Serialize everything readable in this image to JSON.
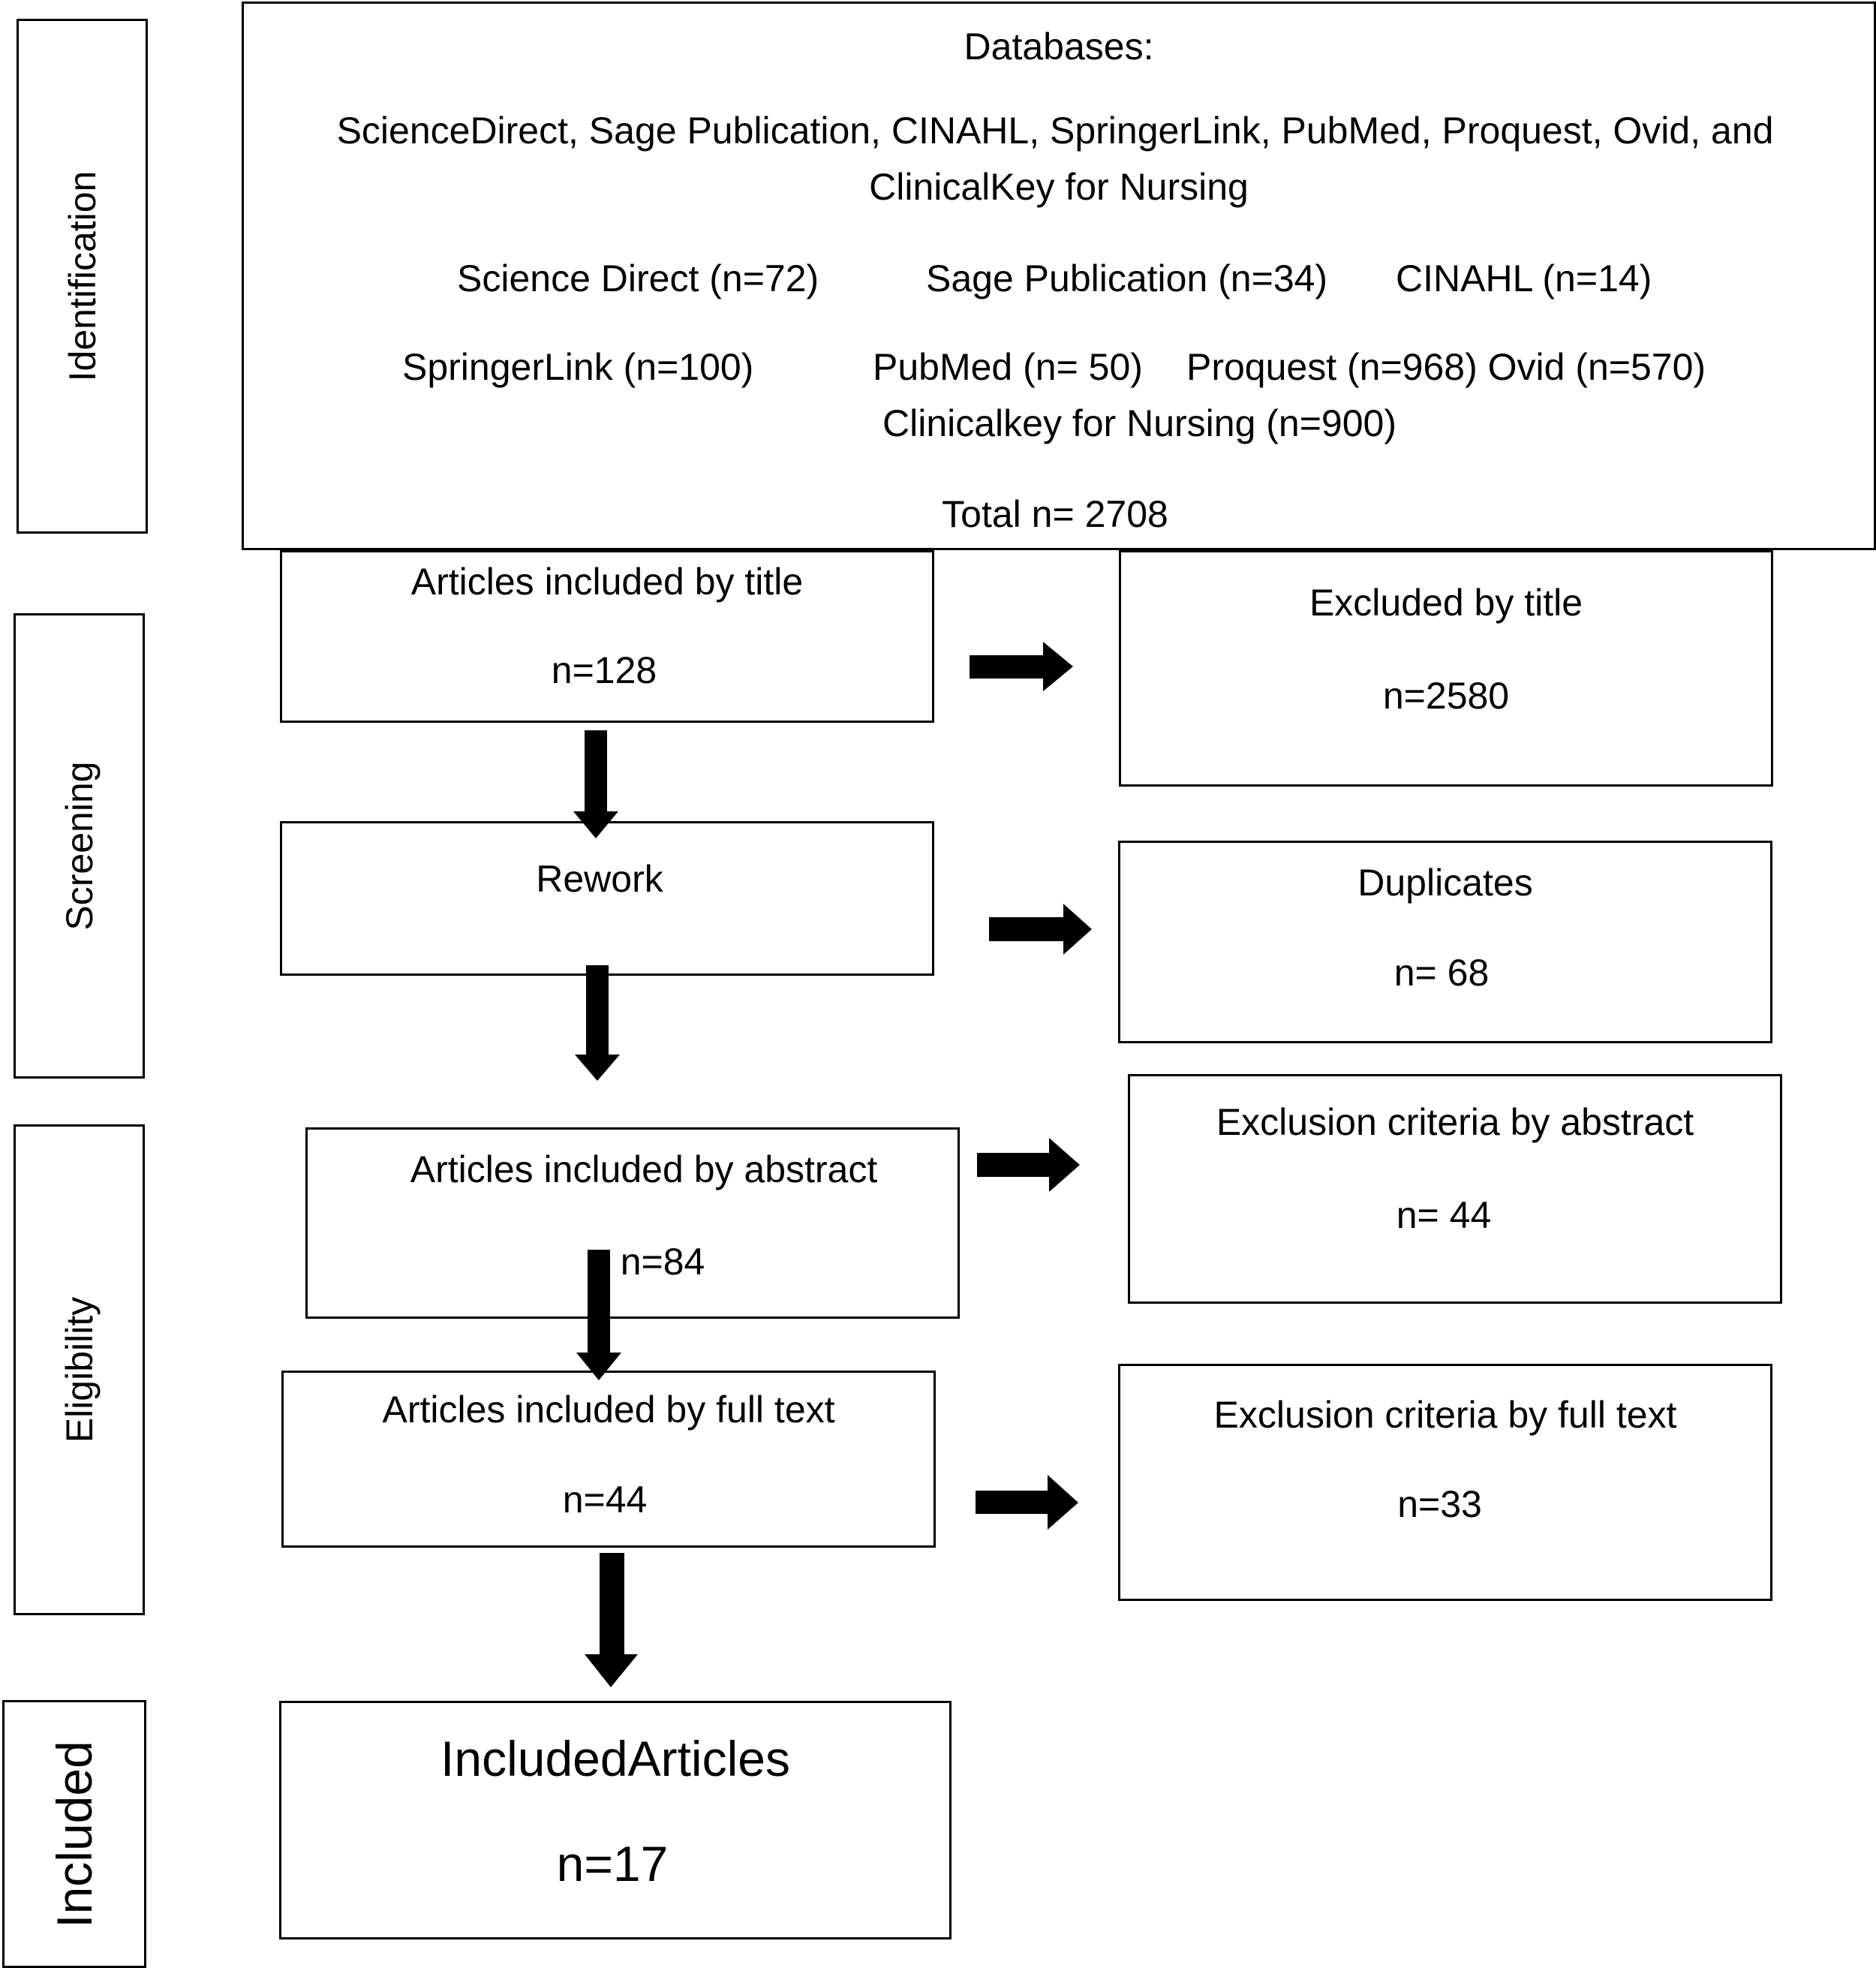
{
  "stages": {
    "identification": "Identification",
    "screening": "Screening",
    "eligibility": "Eligibility",
    "included": "Included"
  },
  "identification": {
    "heading": "Databases:",
    "db_list_line1": "ScienceDirect, Sage Publication, CINAHL, SpringerLink, PubMed, Proquest, Ovid, and",
    "db_list_line2": "ClinicalKey for Nursing",
    "counts": {
      "science_direct": "Science Direct (n=72)",
      "sage": "Sage Publication (n=34)",
      "cinahl": "CINAHL (n=14)",
      "springerlink": "SpringerLink (n=100)",
      "pubmed": "PubMed (n= 50)",
      "proquest_ovid": "Proquest (n=968) Ovid (n=570)",
      "clinicalkey": "Clinicalkey for Nursing (n=900)"
    },
    "total": "Total n= 2708"
  },
  "flow": {
    "by_title": {
      "label": "Articles included by title",
      "n": "n=128"
    },
    "rework": {
      "label": "Rework"
    },
    "by_abstract": {
      "label": "Articles included by abstract",
      "n": "n=84"
    },
    "by_full_text": {
      "label": "Articles included by full text",
      "n": "n=44"
    },
    "included": {
      "label": "IncludedArticles",
      "n": "n=17"
    }
  },
  "exclusions": {
    "by_title": {
      "label": "Excluded by title",
      "n": "n=2580"
    },
    "duplicates": {
      "label": "Duplicates",
      "n": "n= 68"
    },
    "by_abstract": {
      "label": "Exclusion criteria by abstract",
      "n": "n= 44"
    },
    "by_full_text": {
      "label": "Exclusion criteria by full text",
      "n": "n=33"
    }
  }
}
